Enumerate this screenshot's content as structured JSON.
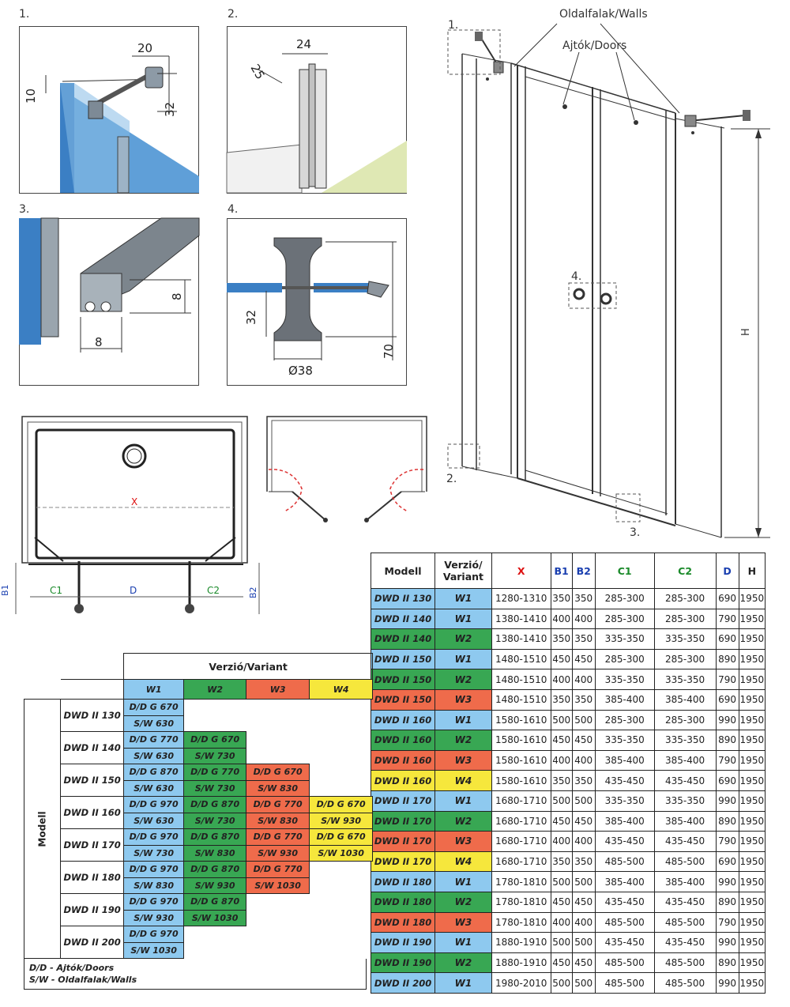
{
  "panels": {
    "p1": {
      "label": "1.",
      "dims": [
        "20",
        "10",
        "32"
      ]
    },
    "p2": {
      "label": "2.",
      "dims": [
        "25",
        "24"
      ]
    },
    "p3": {
      "label": "3.",
      "dims": [
        "8",
        "8"
      ]
    },
    "p4": {
      "label": "4.",
      "dims": [
        "32",
        "70",
        "Ø38"
      ]
    }
  },
  "front_view": {
    "callouts": {
      "walls": "Oldalfalak/Walls",
      "doors": "Ajtók/Doors"
    },
    "markers": [
      "1.",
      "2.",
      "3.",
      "4."
    ],
    "height_label": "H"
  },
  "plan": {
    "x": "X",
    "d": "D",
    "c1": "C1",
    "c2": "C2",
    "b1": "B1",
    "b2": "B2"
  },
  "spec_table": {
    "headers": [
      "Modell",
      "Verzió/\nVariant",
      "X",
      "B1",
      "B2",
      "C1",
      "C2",
      "D",
      "H"
    ],
    "rows": [
      {
        "model": "DWD II 130",
        "variant": "W1",
        "x": "1280-1310",
        "b1": "350",
        "b2": "350",
        "c1": "285-300",
        "c2": "285-300",
        "d": "690",
        "h": "1950"
      },
      {
        "model": "DWD II 140",
        "variant": "W1",
        "x": "1380-1410",
        "b1": "400",
        "b2": "400",
        "c1": "285-300",
        "c2": "285-300",
        "d": "790",
        "h": "1950"
      },
      {
        "model": "DWD II 140",
        "variant": "W2",
        "x": "1380-1410",
        "b1": "350",
        "b2": "350",
        "c1": "335-350",
        "c2": "335-350",
        "d": "690",
        "h": "1950"
      },
      {
        "model": "DWD II 150",
        "variant": "W1",
        "x": "1480-1510",
        "b1": "450",
        "b2": "450",
        "c1": "285-300",
        "c2": "285-300",
        "d": "890",
        "h": "1950"
      },
      {
        "model": "DWD II 150",
        "variant": "W2",
        "x": "1480-1510",
        "b1": "400",
        "b2": "400",
        "c1": "335-350",
        "c2": "335-350",
        "d": "790",
        "h": "1950"
      },
      {
        "model": "DWD II 150",
        "variant": "W3",
        "x": "1480-1510",
        "b1": "350",
        "b2": "350",
        "c1": "385-400",
        "c2": "385-400",
        "d": "690",
        "h": "1950"
      },
      {
        "model": "DWD II 160",
        "variant": "W1",
        "x": "1580-1610",
        "b1": "500",
        "b2": "500",
        "c1": "285-300",
        "c2": "285-300",
        "d": "990",
        "h": "1950"
      },
      {
        "model": "DWD II 160",
        "variant": "W2",
        "x": "1580-1610",
        "b1": "450",
        "b2": "450",
        "c1": "335-350",
        "c2": "335-350",
        "d": "890",
        "h": "1950"
      },
      {
        "model": "DWD II 160",
        "variant": "W3",
        "x": "1580-1610",
        "b1": "400",
        "b2": "400",
        "c1": "385-400",
        "c2": "385-400",
        "d": "790",
        "h": "1950"
      },
      {
        "model": "DWD II 160",
        "variant": "W4",
        "x": "1580-1610",
        "b1": "350",
        "b2": "350",
        "c1": "435-450",
        "c2": "435-450",
        "d": "690",
        "h": "1950"
      },
      {
        "model": "DWD II 170",
        "variant": "W1",
        "x": "1680-1710",
        "b1": "500",
        "b2": "500",
        "c1": "335-350",
        "c2": "335-350",
        "d": "990",
        "h": "1950"
      },
      {
        "model": "DWD II 170",
        "variant": "W2",
        "x": "1680-1710",
        "b1": "450",
        "b2": "450",
        "c1": "385-400",
        "c2": "385-400",
        "d": "890",
        "h": "1950"
      },
      {
        "model": "DWD II 170",
        "variant": "W3",
        "x": "1680-1710",
        "b1": "400",
        "b2": "400",
        "c1": "435-450",
        "c2": "435-450",
        "d": "790",
        "h": "1950"
      },
      {
        "model": "DWD II 170",
        "variant": "W4",
        "x": "1680-1710",
        "b1": "350",
        "b2": "350",
        "c1": "485-500",
        "c2": "485-500",
        "d": "690",
        "h": "1950"
      },
      {
        "model": "DWD II 180",
        "variant": "W1",
        "x": "1780-1810",
        "b1": "500",
        "b2": "500",
        "c1": "385-400",
        "c2": "385-400",
        "d": "990",
        "h": "1950"
      },
      {
        "model": "DWD II 180",
        "variant": "W2",
        "x": "1780-1810",
        "b1": "450",
        "b2": "450",
        "c1": "435-450",
        "c2": "435-450",
        "d": "890",
        "h": "1950"
      },
      {
        "model": "DWD II 180",
        "variant": "W3",
        "x": "1780-1810",
        "b1": "400",
        "b2": "400",
        "c1": "485-500",
        "c2": "485-500",
        "d": "790",
        "h": "1950"
      },
      {
        "model": "DWD II 190",
        "variant": "W1",
        "x": "1880-1910",
        "b1": "500",
        "b2": "500",
        "c1": "435-450",
        "c2": "435-450",
        "d": "990",
        "h": "1950"
      },
      {
        "model": "DWD II 190",
        "variant": "W2",
        "x": "1880-1910",
        "b1": "450",
        "b2": "450",
        "c1": "485-500",
        "c2": "485-500",
        "d": "890",
        "h": "1950"
      },
      {
        "model": "DWD II 200",
        "variant": "W1",
        "x": "1980-2010",
        "b1": "500",
        "b2": "500",
        "c1": "485-500",
        "c2": "485-500",
        "d": "990",
        "h": "1950"
      }
    ]
  },
  "variant_colors": {
    "W1": "#8ec9ef",
    "W2": "#38a753",
    "W3": "#ef6b4b",
    "W4": "#f6e73c"
  },
  "matrix": {
    "title": "Verzió/Variant",
    "side_label": "Modell",
    "variants": [
      "W1",
      "W2",
      "W3",
      "W4"
    ],
    "rows": [
      {
        "model": "DWD II 130",
        "cells": [
          [
            "D/D G 670",
            "S/W 630"
          ]
        ]
      },
      {
        "model": "DWD II 140",
        "cells": [
          [
            "D/D G 770",
            "S/W 630"
          ],
          [
            "D/D G 670",
            "S/W 730"
          ]
        ]
      },
      {
        "model": "DWD II 150",
        "cells": [
          [
            "D/D G 870",
            "S/W 630"
          ],
          [
            "D/D G 770",
            "S/W 730"
          ],
          [
            "D/D G 670",
            "S/W 830"
          ]
        ]
      },
      {
        "model": "DWD II 160",
        "cells": [
          [
            "D/D G 970",
            "S/W 630"
          ],
          [
            "D/D G 870",
            "S/W 730"
          ],
          [
            "D/D G 770",
            "S/W 830"
          ],
          [
            "D/D G 670",
            "S/W 930"
          ]
        ]
      },
      {
        "model": "DWD II 170",
        "cells": [
          [
            "D/D G 970",
            "S/W 730"
          ],
          [
            "D/D G 870",
            "S/W 830"
          ],
          [
            "D/D G 770",
            "S/W 930"
          ],
          [
            "D/D G 670",
            "S/W 1030"
          ]
        ]
      },
      {
        "model": "DWD II 180",
        "cells": [
          [
            "D/D G 970",
            "S/W 830"
          ],
          [
            "D/D G 870",
            "S/W 930"
          ],
          [
            "D/D G 770",
            "S/W 1030"
          ]
        ]
      },
      {
        "model": "DWD II 190",
        "cells": [
          [
            "D/D G 970",
            "S/W 930"
          ],
          [
            "D/D G 870",
            "S/W 1030"
          ]
        ]
      },
      {
        "model": "DWD II 200",
        "cells": [
          [
            "D/D G 970",
            "S/W 1030"
          ]
        ]
      }
    ],
    "legend": [
      "D/D - Ajtók/Doors",
      "S/W - Oldalfalak/Walls"
    ]
  }
}
